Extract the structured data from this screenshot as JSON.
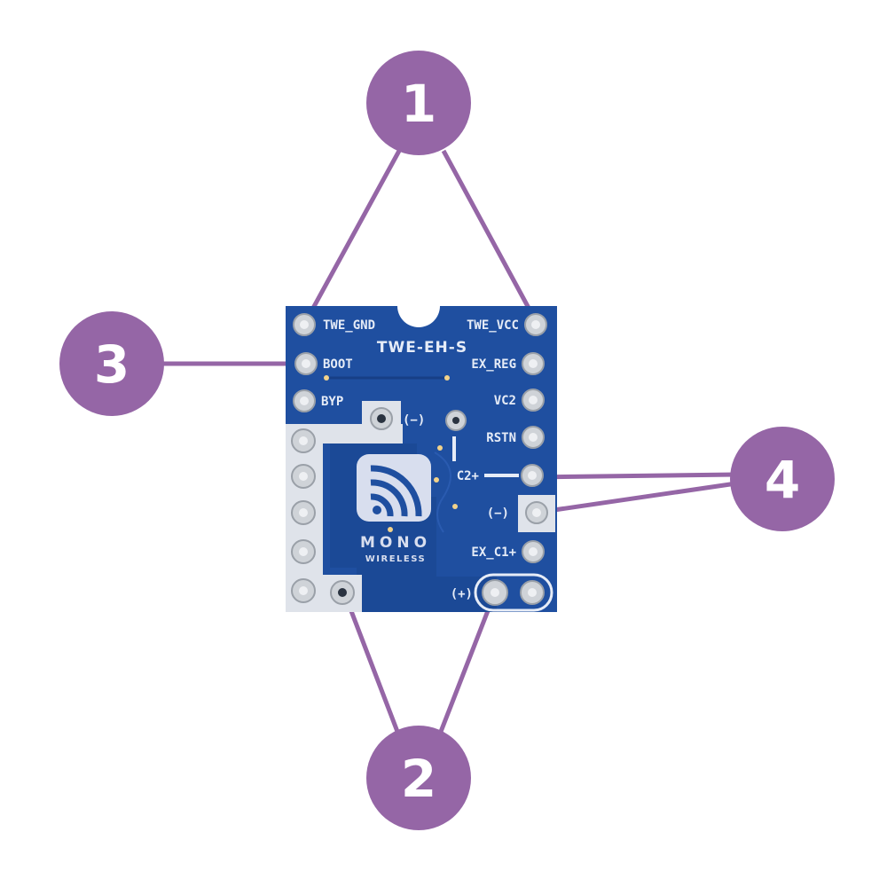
{
  "colors": {
    "callout": "#9566a6",
    "board": "#1f4fa0",
    "board_dark": "#173f86",
    "silkscreen": "#e6ecf7",
    "pin_metal": "#cfd3d8"
  },
  "board": {
    "title": "TWE-EH-S",
    "left_pin_labels": [
      "TWE_GND",
      "BOOT",
      "BYP"
    ],
    "right_pin_labels": [
      "TWE_VCC",
      "EX_REG",
      "VC2",
      "RSTN",
      "C2+",
      "(−)",
      "EX_C1+",
      "(+)"
    ],
    "pad_minus_label": "(−)",
    "logo": {
      "big": "MONO",
      "small": "WIRELESS",
      "icon": "wireless-signal-icon"
    }
  },
  "callouts": [
    {
      "number": "1",
      "target": "TWE_GND / TWE_VCC"
    },
    {
      "number": "2",
      "target": "(+) pads"
    },
    {
      "number": "3",
      "target": "BOOT"
    },
    {
      "number": "4",
      "target": "C2+ / (−)"
    }
  ]
}
